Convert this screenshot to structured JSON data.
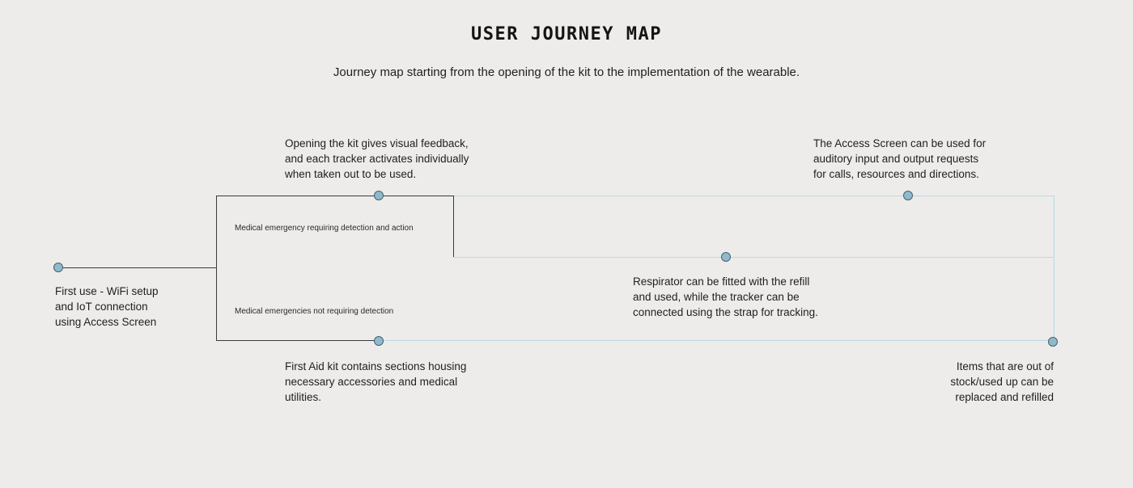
{
  "header": {
    "title": "USER JOURNEY MAP",
    "subtitle": "Journey map starting from the opening of the kit to the implementation of the wearable."
  },
  "journey": {
    "annotations": {
      "first_use": "First use - WiFi setup\nand IoT connection\nusing Access Screen",
      "opening_kit": "Opening the kit gives visual feedback,\nand each tracker activates individually\nwhen taken out to be used.",
      "branch_detection": "Medical emergency requiring detection and action",
      "branch_no_detection": "Medical emergencies not requiring detection",
      "first_aid_kit": "First Aid kit contains sections housing\nnecessary accessories and medical\nutilities.",
      "respirator": "Respirator can be fitted with the refill\nand used, while the tracker can be\nconnected using the strap for tracking.",
      "access_screen": "The Access Screen can be used for\nauditory input and output requests\nfor calls, resources and directions.",
      "restock": "Items that are out of\nstock/used up can be\nreplaced and refilled"
    },
    "colors": {
      "background": "#edecea",
      "line_dark": "#3a3a3a",
      "line_light": "#b9d9e2",
      "node_fill": "#8fbacc",
      "node_border": "#44616d"
    }
  }
}
